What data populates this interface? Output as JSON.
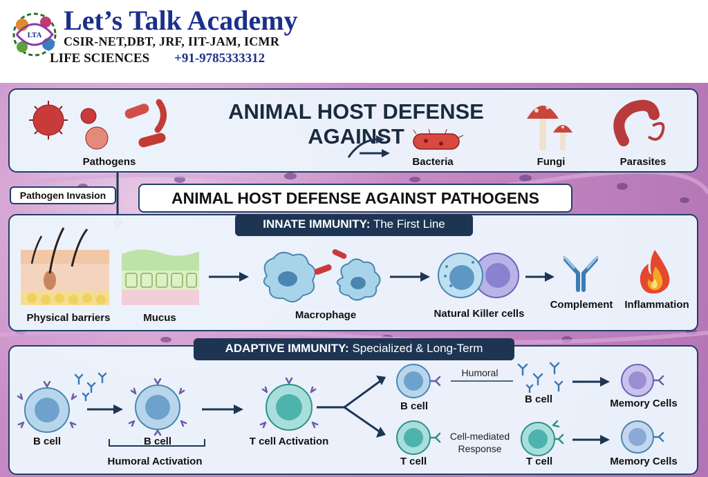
{
  "header": {
    "brand_title": "Let’s Talk Academy",
    "exams": "CSIR-NET,DBT, JRF, IIT-JAM, ICMR",
    "subject": "LIFE SCIENCES",
    "phone": "+91-9785333312",
    "logo_text": "LTA"
  },
  "top_panel": {
    "title": "ANIMAL HOST DEFENSE AGAINST",
    "pathogens_label": "Pathogens",
    "bacteria_label": "Bacteria",
    "fungi_label": "Fungi",
    "parasites_label": "Parasites"
  },
  "invasion_label": "Pathogen Invasion",
  "main_heading": "ANIMAL HOST DEFENSE AGAINST PATHOGENS",
  "innate": {
    "banner_bold": "INNATE IMMUNITY:",
    "banner_rest": "The First Line",
    "physical_barriers": "Physical barriers",
    "mucus": "Mucus",
    "macrophage": "Macrophage",
    "nk_cells": "Natural Killer cells",
    "complement": "Complement",
    "inflammation": "Inflammation"
  },
  "adaptive": {
    "banner_bold": "ADAPTIVE IMMUNITY:",
    "banner_rest": "Specialized & Long-Term",
    "b_cell_1": "B cell",
    "b_cell_2": "B cell",
    "humoral_activation": "Humoral Activation",
    "t_cell_activation": "T cell Activation",
    "b_cell_3": "B cell",
    "humoral": "Humoral",
    "b_cell_4": "B cell",
    "memory_cells_1": "Memory Cells",
    "t_cell_1": "T cell",
    "cell_mediated": "Cell-mediated",
    "response": "Response",
    "t_cell_2": "T cell",
    "memory_cells_2": "Memory Cells"
  },
  "colors": {
    "navy": "#1d3553",
    "brand_blue": "#1c2f8c",
    "panel_bg": "#ecf5fc",
    "virus_red": "#c93a3a",
    "b_cell_blue": "#7fb0d8",
    "t_cell_teal": "#4fb3ad",
    "memory_purple": "#9a8fd0",
    "fungus_cap": "#c9463d"
  }
}
